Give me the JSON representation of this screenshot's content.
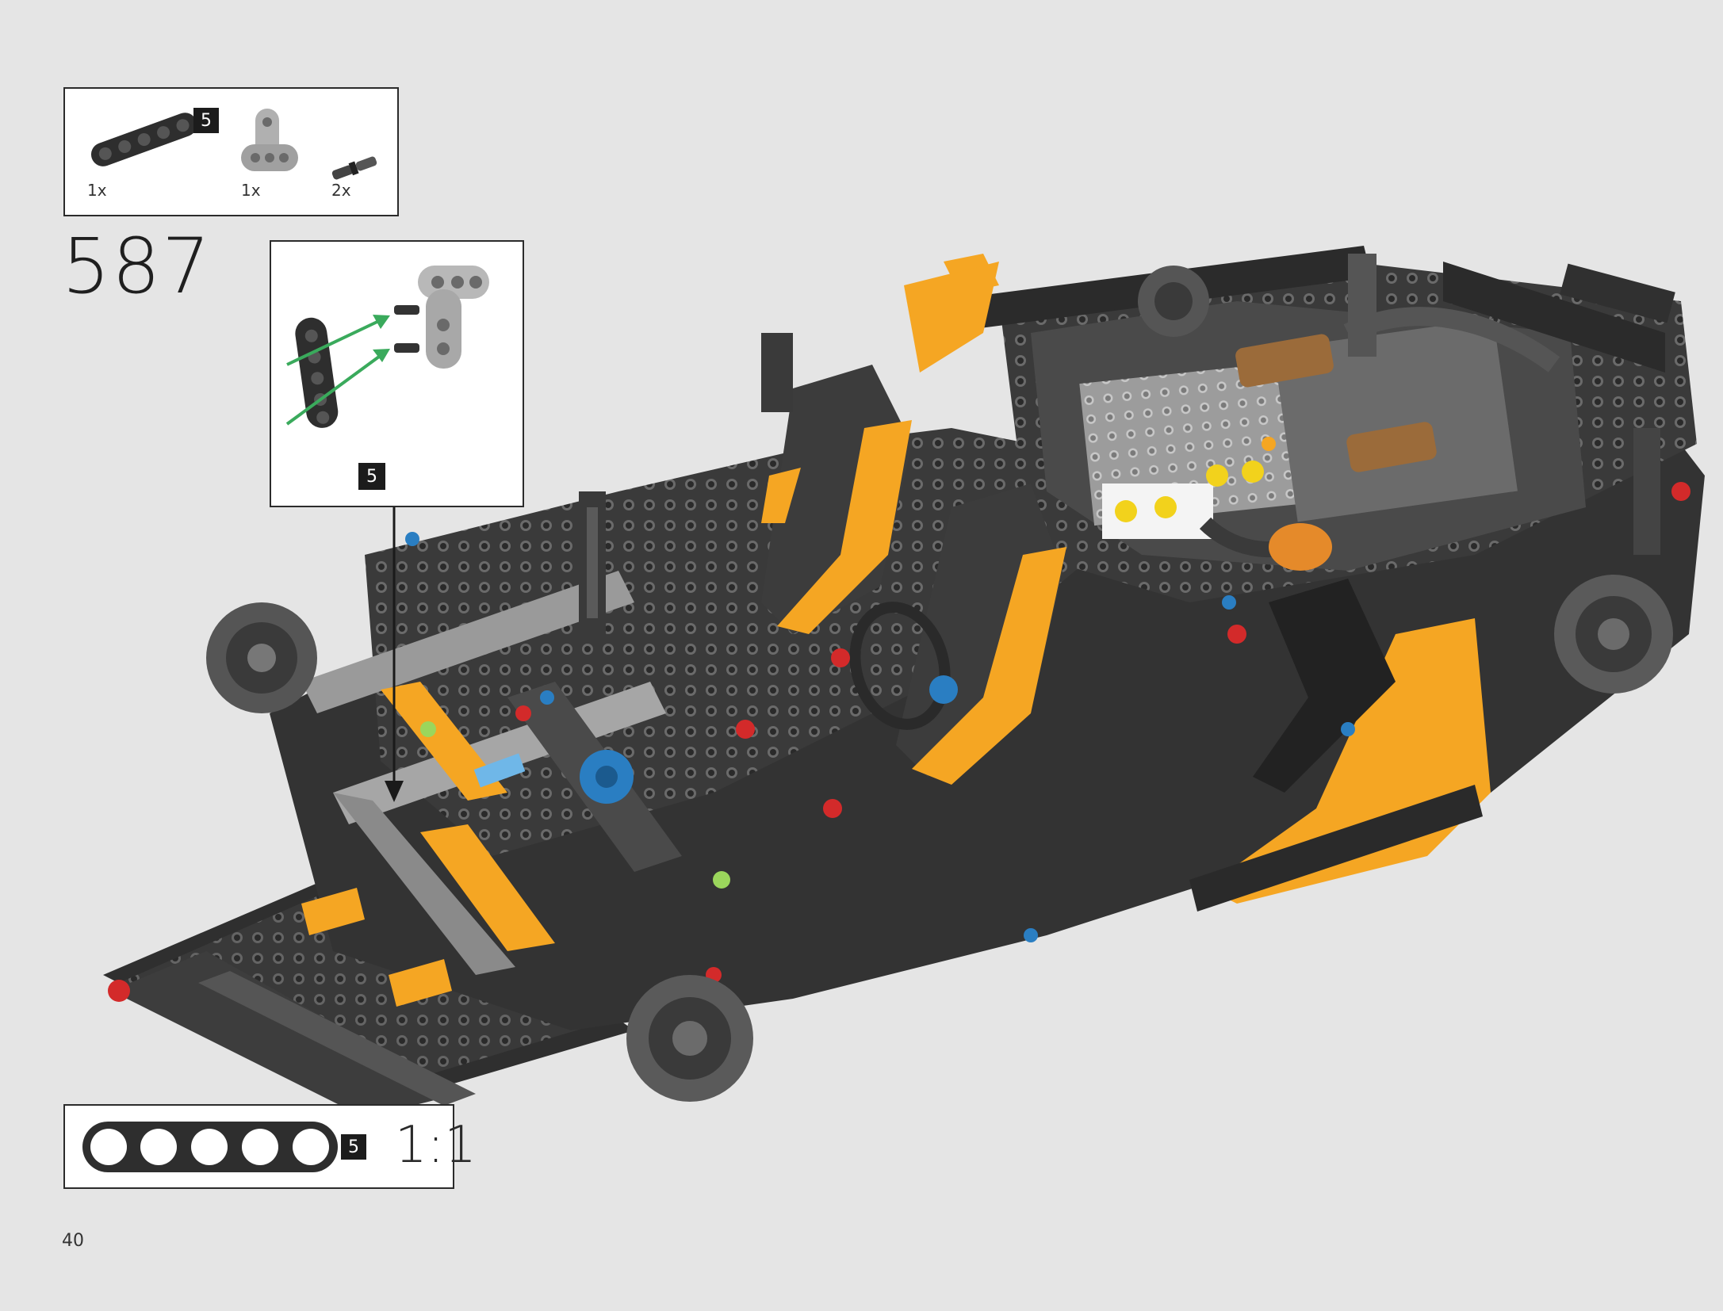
{
  "page": {
    "step_number": "587",
    "page_number": "40"
  },
  "parts_list": {
    "items": [
      {
        "name": "beam-5-black",
        "quantity": "1x",
        "badge": "5"
      },
      {
        "name": "t-beam-light-grey",
        "quantity": "1x"
      },
      {
        "name": "pin-with-friction",
        "quantity": "2x"
      }
    ]
  },
  "callout": {
    "beam_length_badge": "5"
  },
  "scale_box": {
    "beam_length_badge": "5",
    "scale_label": "1:1"
  },
  "colors": {
    "background": "#e5e5e5",
    "box_border": "#2b2b2b",
    "technic_black": "#2e2e2e",
    "technic_dark_grey": "#4a4a4a",
    "technic_light_grey": "#a9a9a9",
    "technic_orange": "#f5a623",
    "arrow_green": "#3aaa5c"
  },
  "icons": [
    "beam-5-icon",
    "t-beam-icon",
    "pin-icon",
    "assembly-arrow-icon",
    "supercar-chassis-icon"
  ]
}
